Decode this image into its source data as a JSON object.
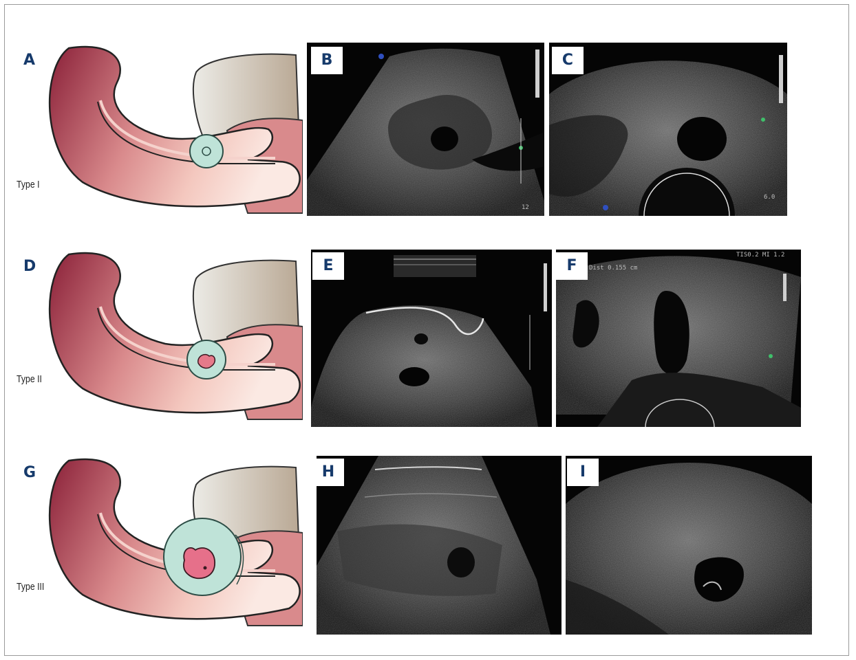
{
  "panels": {
    "A": {
      "letter": "A"
    },
    "B": {
      "letter": "B",
      "overlay_right": "12"
    },
    "C": {
      "letter": "C",
      "overlay_right": "6.0"
    },
    "D": {
      "letter": "D"
    },
    "E": {
      "letter": "E"
    },
    "F": {
      "letter": "F",
      "overlay_top_left": "Dist 0.155 cm",
      "overlay_top_right": "TIS0.2  MI 1.2"
    },
    "G": {
      "letter": "G"
    },
    "H": {
      "letter": "H"
    },
    "I": {
      "letter": "I"
    }
  },
  "types": {
    "type1": "Type I",
    "type2": "Type II",
    "type3": "Type III"
  },
  "colors": {
    "label": "#163a6b",
    "uterus_dark": "#8a2038",
    "uterus_light": "#f6cfc6",
    "sac": "#bfe3d8"
  }
}
